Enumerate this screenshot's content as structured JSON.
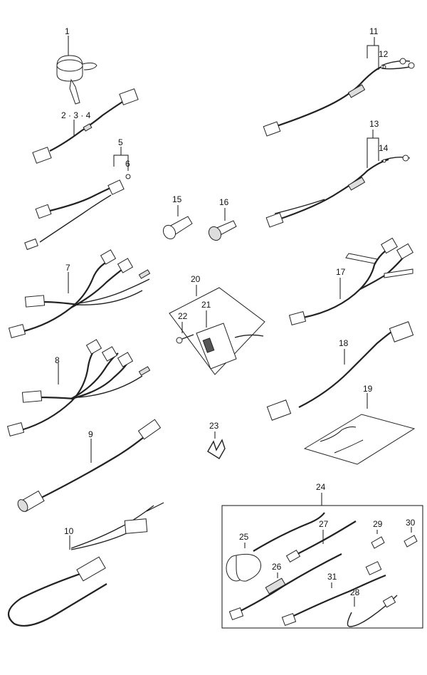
{
  "callouts": {
    "c1": "1",
    "c2": "2 · 3 · 4",
    "c5": "5",
    "c6": "6",
    "c7": "7",
    "c8": "8",
    "c9": "9",
    "c10": "10",
    "c11": "11",
    "c12": "12",
    "c13": "13",
    "c14": "14",
    "c15": "15",
    "c16": "16",
    "c17": "17",
    "c18": "18",
    "c19": "19",
    "c20": "20",
    "c21": "21",
    "c22": "22",
    "c23": "23",
    "c24": "24",
    "c25": "25",
    "c26": "26",
    "c27": "27",
    "c28": "28",
    "c29": "29",
    "c30": "30",
    "c31": "31"
  }
}
